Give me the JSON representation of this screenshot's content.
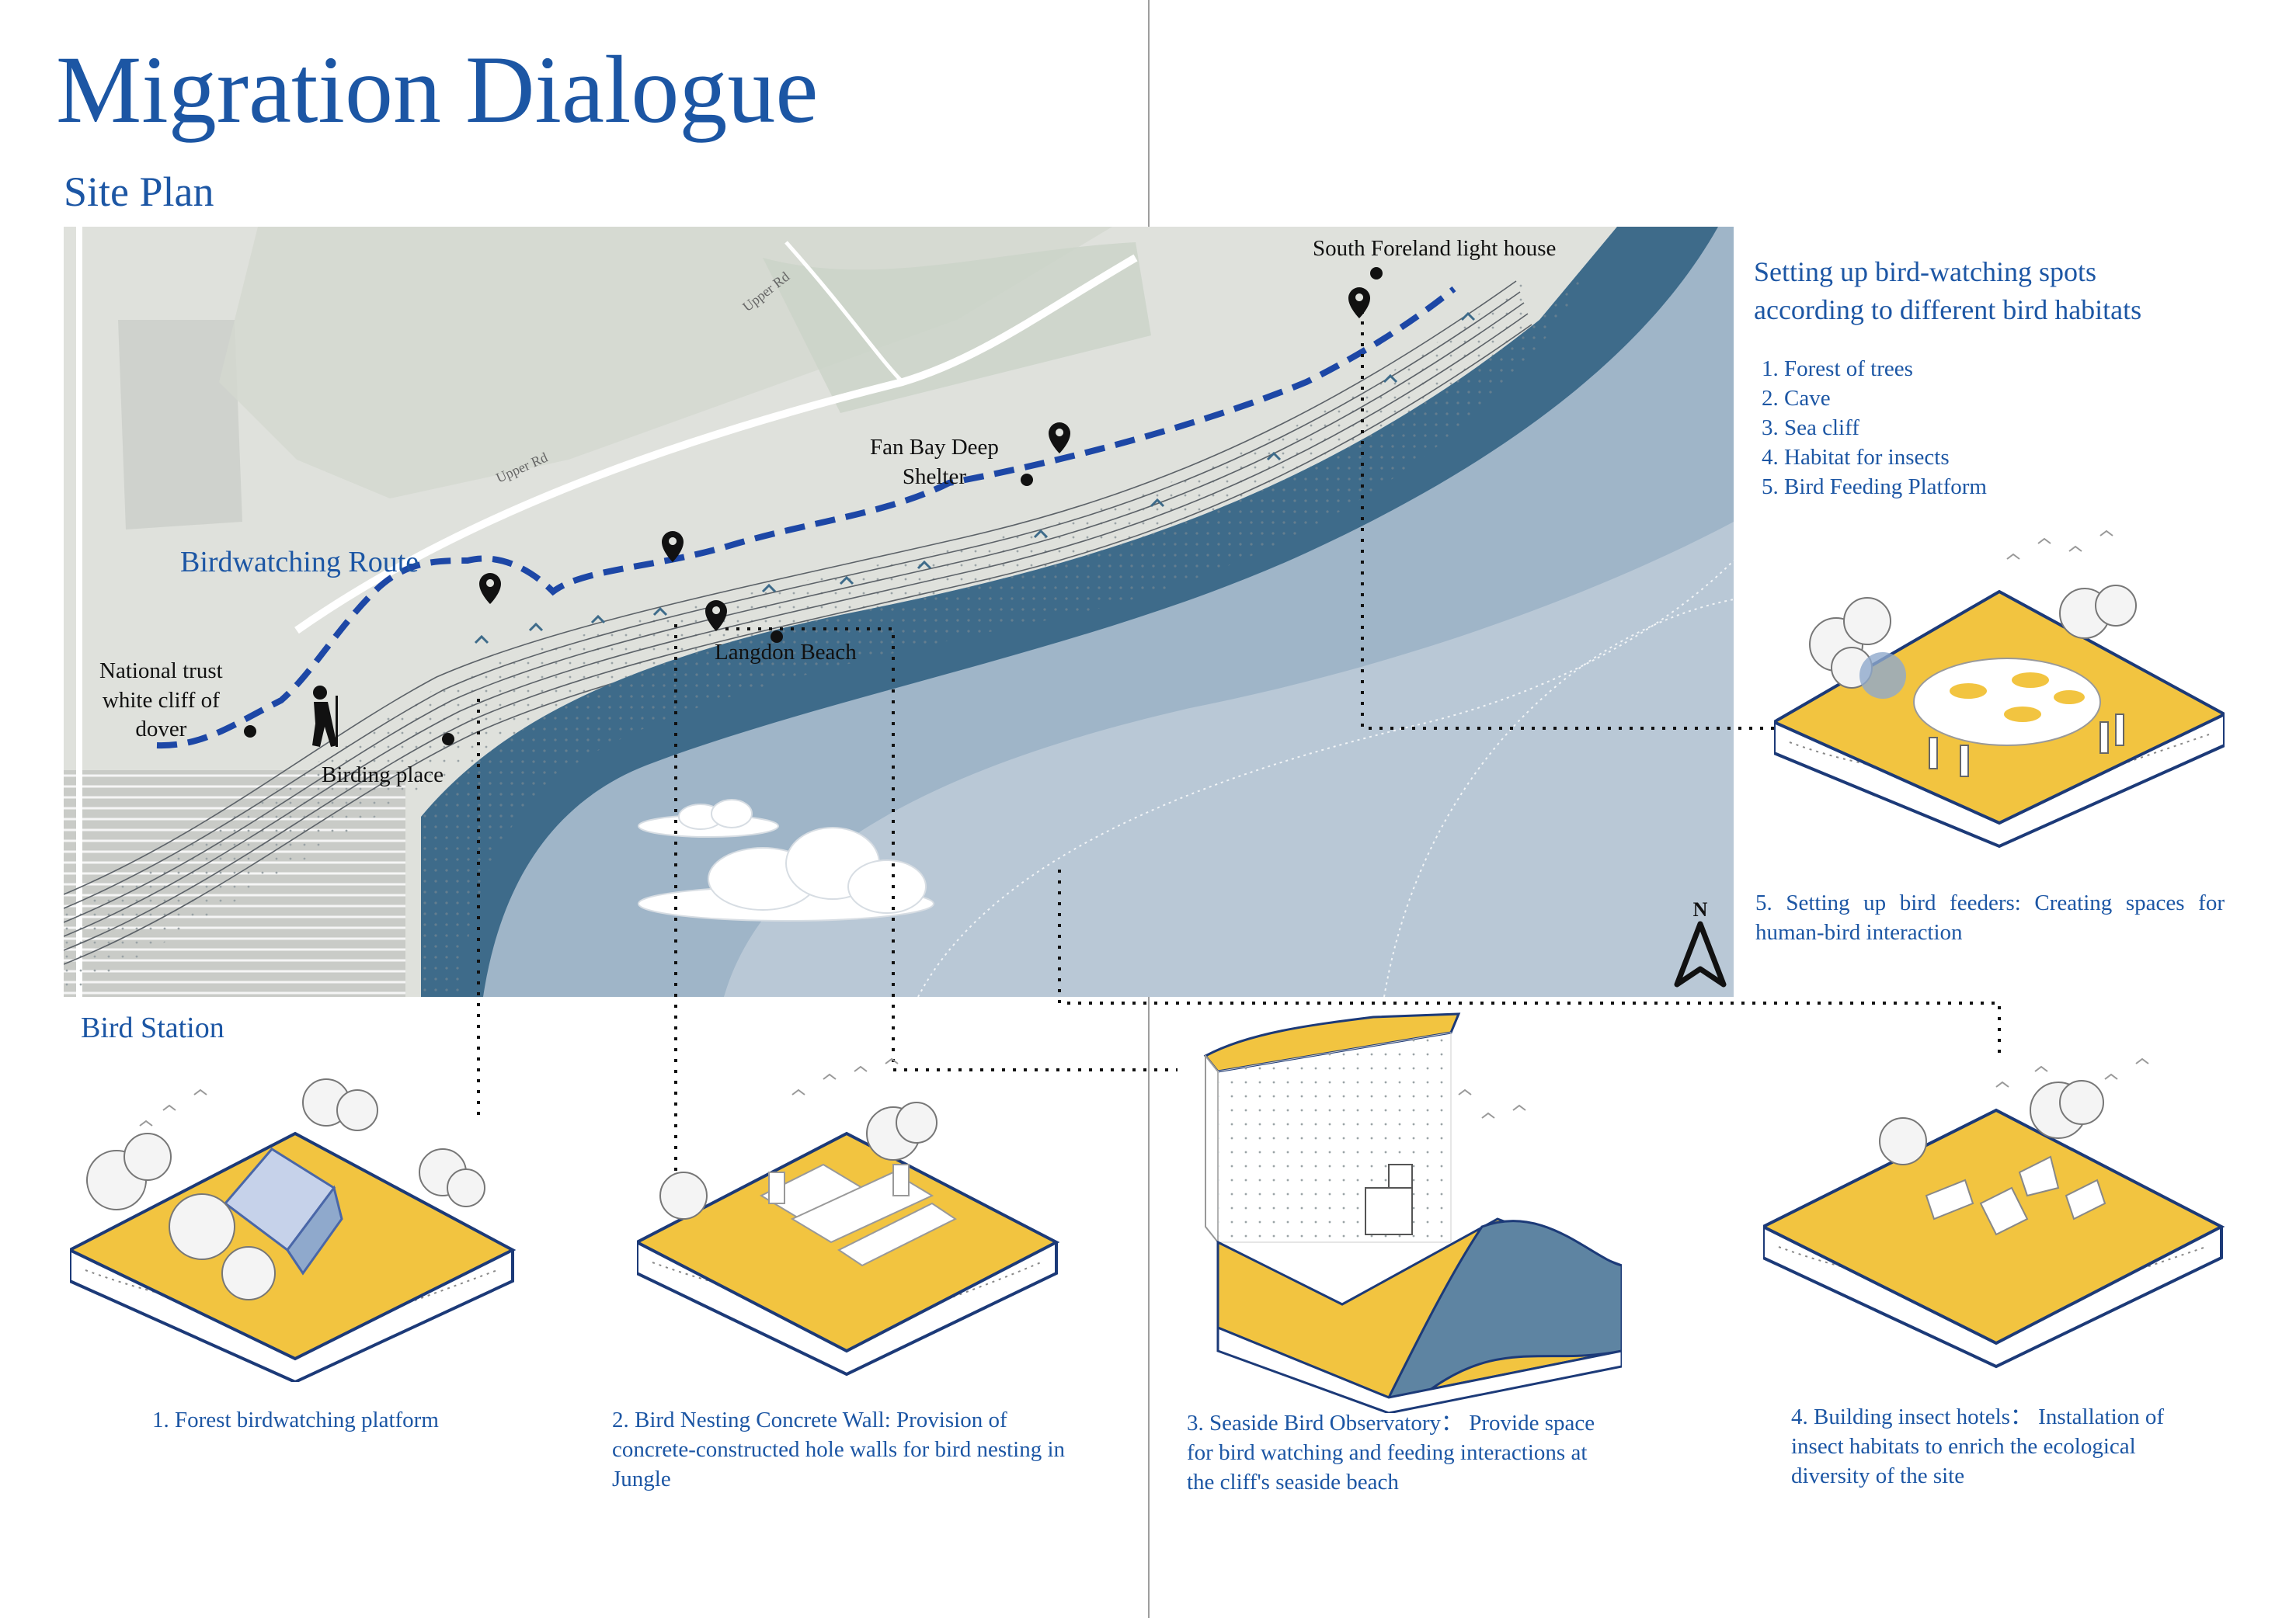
{
  "title": "Migration Dialogue",
  "subtitle": "Site Plan",
  "map": {
    "route_label": "Birdwatching Route",
    "places": {
      "lighthouse": "South Foreland light house",
      "fan_bay": [
        "Fan Bay Deep",
        "Shelter"
      ],
      "langdon": "Langdon Beach",
      "trust": [
        "National trust",
        "white cliff of",
        "dover"
      ],
      "birding": "Birding place"
    },
    "roads": {
      "upper_rd_1": "Upper Rd",
      "upper_rd_2": "Upper Rd"
    },
    "north": "N",
    "colors": {
      "sea_deep": "#3e6b8a",
      "sea": "#9fb5c8",
      "sea_light": "#b9c8d6",
      "land": "#dfe1dc",
      "route": "#1d47a6"
    }
  },
  "habitat": {
    "heading": [
      "Setting up bird-watching spots",
      "according to different bird habitats"
    ],
    "items": [
      "1. Forest of trees",
      "2. Cave",
      "3. Sea cliff",
      "4. Habitat for insects",
      "5. Bird Feeding Platform"
    ]
  },
  "station_title": "Bird Station",
  "captions": {
    "c1": "1. Forest birdwatching platform",
    "c2": [
      "2. Bird Nesting Concrete Wall: Provision of",
      "concrete-constructed hole walls for bird nesting in",
      "Jungle"
    ],
    "c3": [
      "3. Seaside Bird Observatory： Provide space",
      "for bird watching and feeding interactions at",
      "the cliff's seaside beach"
    ],
    "c4": [
      "4. Building insect hotels： Installation of",
      "insect habitats to enrich the ecological",
      "diversity of the site"
    ],
    "c5": [
      "5. Setting up bird feeders: Creating spaces for",
      "human-bird interaction"
    ]
  },
  "platform_color": "#f2c440"
}
